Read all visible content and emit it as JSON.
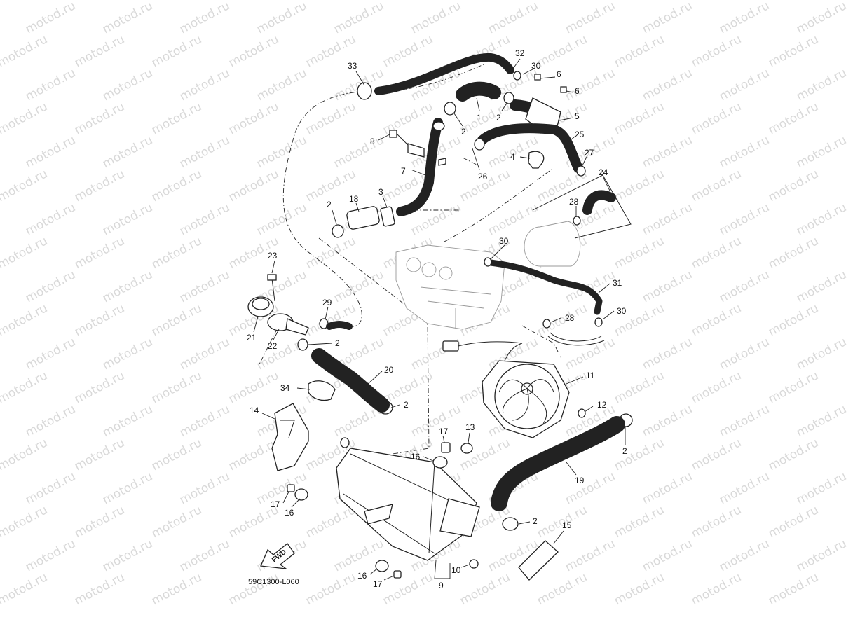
{
  "diagram": {
    "code": "59C1300-L060",
    "fwd_text": "FWD",
    "watermark": "motod.ru",
    "labels": [
      "33",
      "32",
      "30",
      "6",
      "6",
      "5",
      "1",
      "2",
      "2",
      "8",
      "7",
      "26",
      "25",
      "4",
      "27",
      "24",
      "28",
      "18",
      "3",
      "2",
      "30",
      "31",
      "30",
      "28",
      "23",
      "29",
      "21",
      "22",
      "2",
      "20",
      "34",
      "2",
      "11",
      "12",
      "14",
      "17",
      "13",
      "16",
      "2",
      "19",
      "17",
      "16",
      "2",
      "15",
      "16",
      "17",
      "10",
      "9"
    ]
  }
}
